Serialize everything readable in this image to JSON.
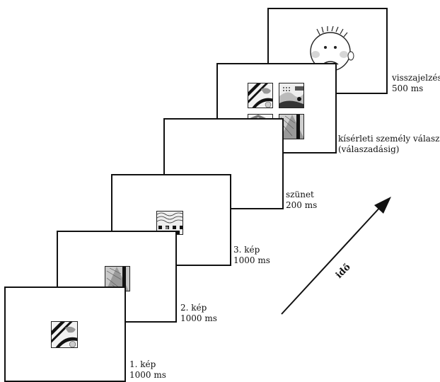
{
  "stages": [
    {
      "line1": "visszajelzés",
      "line2": "500 ms"
    },
    {
      "line1": "kísérleti személy válasza",
      "line2": "(válaszadásig)"
    },
    {
      "line1": "szünet",
      "line2": "200 ms"
    },
    {
      "line1": "3. kép",
      "line2": "1000 ms"
    },
    {
      "line1": "2. kép",
      "line2": "1000 ms"
    },
    {
      "line1": "1. kép",
      "line2": "1000 ms"
    }
  ],
  "time_axis_label": "idő"
}
